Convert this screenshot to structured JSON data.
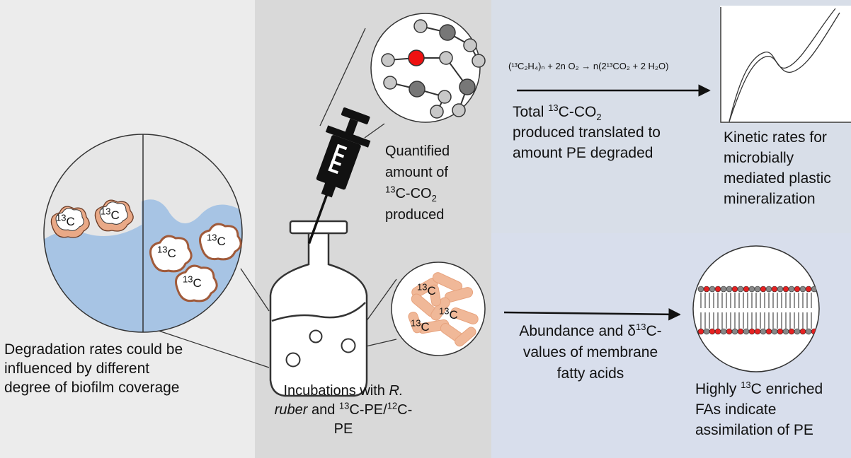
{
  "labels": {
    "left_caption": [
      "Degradation rates could be",
      "influenced  by different",
      "degree of biofilm coverage"
    ],
    "mid_caption_line1_a": "Incubations with ",
    "mid_caption_line1_b": "R.",
    "mid_caption_line2_a": "ruber",
    "mid_caption_line2_b": " and ",
    "mid_caption_line2_sup1": "13",
    "mid_caption_line2_c": "C-PE/",
    "mid_caption_line2_sup2": "12",
    "mid_caption_line2_d": "C-",
    "mid_caption_line3": "PE",
    "quantified_1": "Quantified",
    "quantified_2": "amount  of",
    "quantified_sup": "13",
    "quantified_3a": "C-CO",
    "quantified_3sub": "2",
    "quantified_4": "produced",
    "equation": "(¹³C₂H₄)ₙ + 2n O₂ → n(2¹³CO₂ + 2 H₂O)",
    "total_1a": "Total ",
    "total_sup": "13",
    "total_1b": "C-CO",
    "total_sub": "2",
    "total_2": "produced translated to",
    "total_3": "amount PE degraded",
    "kinetic": [
      "Kinetic  rates for",
      "microbially",
      "mediated plastic",
      "mineralization"
    ],
    "abund_1a": "Abundance  and  δ",
    "abund_sup": "13",
    "abund_1b": "C-",
    "abund_2": "values  of  membrane",
    "abund_3": "fatty acids",
    "highly_1a": "Highly  ",
    "highly_sup": "13",
    "highly_1b": "C enriched",
    "highly_2": "FAs indicate",
    "highly_3": "assimilation  of PE",
    "c13_sup": "13",
    "c13_main": "C"
  },
  "colors": {
    "bg_left": "#ececec",
    "bg_mid": "#d9d9d9",
    "bg_right_top": "#d8dee8",
    "bg_right_bottom": "#d8deec",
    "liquid": "#a7c4e4",
    "biofilm": "#e9a987",
    "bacteria": "#f0b898",
    "syringe": "#111111",
    "highlight_atom": "#ee1111",
    "lipid_head": "#e52222"
  }
}
